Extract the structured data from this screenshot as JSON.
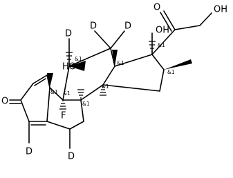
{
  "atoms": {
    "o_ketone_top": "O",
    "oh_terminal": "OH",
    "oh_c17": "OH",
    "ho_c11": "HO",
    "f_c9": "F",
    "o_c3": "O",
    "d_c12a": "D",
    "d_c12b": "D",
    "d_c11": "D",
    "d_c4": "D",
    "d_c6": "D"
  },
  "stereo_labels": {
    "c17": "&1",
    "c16": "&1",
    "c13": "&1",
    "c11": "&1",
    "c10": "&1",
    "c9": "&1",
    "c8": "&1",
    "c14": "&1"
  }
}
